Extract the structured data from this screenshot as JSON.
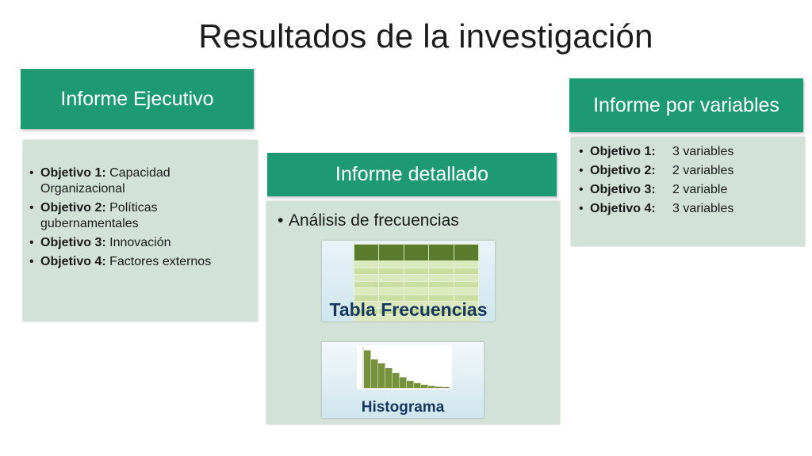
{
  "slide": {
    "title": "Resultados de la investigación"
  },
  "ejecutivo": {
    "header": "Informe Ejecutivo",
    "items": [
      {
        "label": "Objetivo 1:",
        "value": " Capacidad Organizacional"
      },
      {
        "label": "Objetivo 2:",
        "value": " Políticas gubernamentales"
      },
      {
        "label": "Objetivo 3:",
        "value": " Innovación"
      },
      {
        "label": "Objetivo 4:",
        "value": " Factores externos"
      }
    ]
  },
  "detallado": {
    "header": "Informe detallado",
    "bullet": "Análisis de frecuencias",
    "table_caption": "Tabla Frecuencias",
    "histogram_caption": "Histograma"
  },
  "variables": {
    "header": "Informe por variables",
    "items": [
      {
        "label": "Objetivo 1:",
        "value": "3 variables"
      },
      {
        "label": "Objetivo 2:",
        "value": "2 variables"
      },
      {
        "label": "Objetivo 3:",
        "value": "2 variable"
      },
      {
        "label": "Objetivo 4:",
        "value": "3 variables"
      }
    ]
  },
  "histogram_bars": [
    0.95,
    0.72,
    0.62,
    0.5,
    0.38,
    0.27,
    0.18,
    0.12,
    0.08,
    0.05,
    0.03,
    0.02
  ],
  "colors": {
    "accent": "#1e9a73",
    "panel": "#d2e2d8",
    "caption": "#17375e",
    "chart_green": "#76923c"
  }
}
